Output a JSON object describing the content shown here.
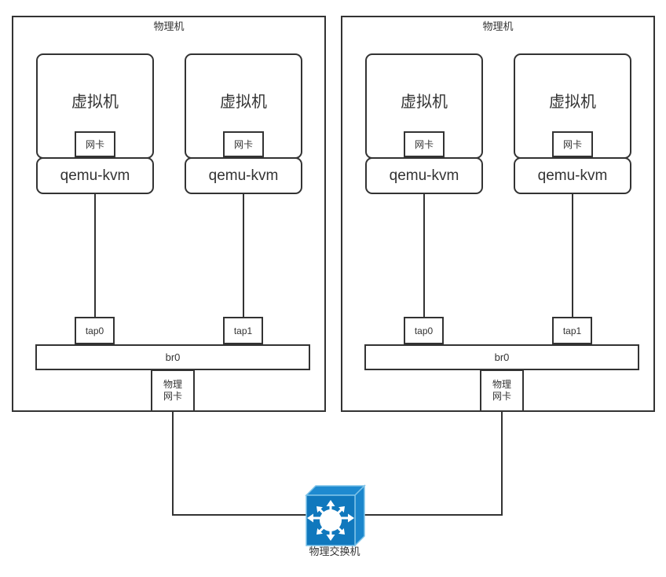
{
  "diagram": {
    "title_hosts": "物理机",
    "switch": {
      "label": "物理交换机",
      "icon": "network-switch-icon",
      "colors": {
        "front": "#1078bd",
        "top": "#1e8ad0",
        "side": "#1b86cc",
        "edge": "#7ec3e8",
        "arrows": "#ffffff"
      }
    },
    "hosts": [
      {
        "label": "物理机",
        "vms": [
          {
            "label": "虚拟机",
            "nic": "网卡",
            "emulator": "qemu-kvm",
            "tap": "tap0"
          },
          {
            "label": "虚拟机",
            "nic": "网卡",
            "emulator": "qemu-kvm",
            "tap": "tap1"
          }
        ],
        "bridge": "br0",
        "phys_nic_line1": "物理",
        "phys_nic_line2": "网卡"
      },
      {
        "label": "物理机",
        "vms": [
          {
            "label": "虚拟机",
            "nic": "网卡",
            "emulator": "qemu-kvm",
            "tap": "tap0"
          },
          {
            "label": "虚拟机",
            "nic": "网卡",
            "emulator": "qemu-kvm",
            "tap": "tap1"
          }
        ],
        "bridge": "br0",
        "phys_nic_line1": "物理",
        "phys_nic_line2": "网卡"
      }
    ],
    "colors": {
      "stroke": "#333333",
      "fill": "#ffffff"
    }
  }
}
